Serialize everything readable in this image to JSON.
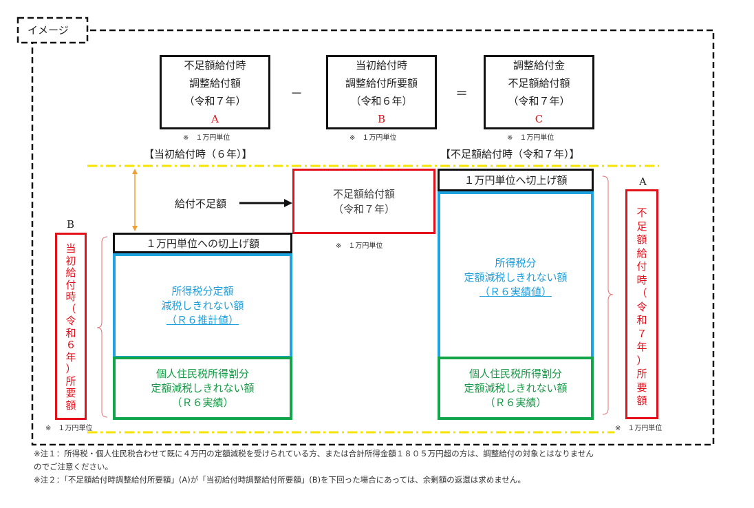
{
  "image_label": "イメージ",
  "top": {
    "box_a": {
      "lines": [
        "不足額給付時",
        "調整給付額",
        "（令和７年）"
      ],
      "letter": "A"
    },
    "minus": "－",
    "box_b": {
      "lines": [
        "当初給付時",
        "調整給付所要額",
        "（令和６年）"
      ],
      "letter": "B"
    },
    "equals": "＝",
    "box_c": {
      "lines": [
        "調整給付金",
        "不足額給付額",
        "（令和７年）"
      ],
      "letter": "C"
    },
    "unit_note": "※　１万円単位"
  },
  "left_header": "【当初給付時（６年）】",
  "right_header": "【不足額給付時（令和７年）】",
  "shortfall_label": "給付不足額",
  "center_box": {
    "lines": [
      "不足額給付額",
      "（令和７年）"
    ]
  },
  "center_unit": "※　１万円単位",
  "left_stack": {
    "roundup": "１万円単位への切上げ額",
    "blue": [
      "所得税分定額",
      "減税しきれない額",
      "（Ｒ６推計値）"
    ],
    "green": [
      "個人住民税所得割分",
      "定額減税しきれない額",
      "（Ｒ６実績）"
    ]
  },
  "right_stack": {
    "roundup": "１万円単位へ切上げ額",
    "blue": [
      "所得税分",
      "定額減税しきれない額",
      "（Ｒ６実績値）"
    ],
    "green": [
      "個人住民税所得割分",
      "定額減税しきれない額",
      "（Ｒ６実績）"
    ]
  },
  "left_side": {
    "letter": "B",
    "chars": [
      "当",
      "初",
      "給",
      "付",
      "時",
      "（",
      "令",
      "和",
      "６",
      "年",
      "）",
      "所",
      "要",
      "額"
    ]
  },
  "right_side": {
    "letter": "A",
    "chars": [
      "不",
      "足",
      "額",
      "給",
      "付",
      "時",
      "（",
      "令",
      "和",
      "７",
      "年",
      "）",
      "所",
      "要",
      "額"
    ]
  },
  "bottom_left_unit": "※　１万円単位",
  "bottom_right_unit": "※　１万円単位",
  "notes": {
    "note1_line1": "※注１：所得税・個人住民税合わせて既に４万円の定額減税を受けられている方、または合計所得金額１８０５万円超の方は、調整給付の対象とはなりません",
    "note1_line2": "のでご注意ください。",
    "note2": "※注２：「不足額給付時調整給付所要額」(A)が「当初給付時調整給付所要額」(B)を下回った場合にあっては、余剰額の返還は求めません。"
  },
  "colors": {
    "red": "#e3101a",
    "blue": "#1ea3e0",
    "green": "#13a54a",
    "yellow": "#f5e400",
    "orange": "#f0a030"
  }
}
